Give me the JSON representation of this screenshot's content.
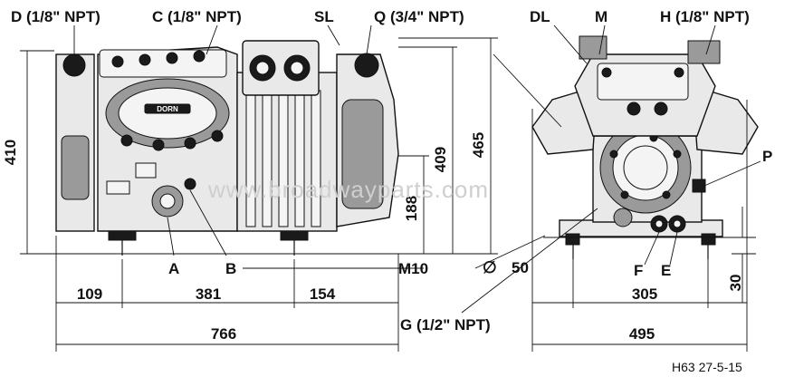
{
  "labels": {
    "D": "D (1/8\" NPT)",
    "C": "C (1/8\" NPT)",
    "SL": "SL",
    "Q": "Q (3/4\" NPT)",
    "DL": "DL",
    "M": "M",
    "H": "H (1/8\" NPT)",
    "P": "P",
    "A": "A",
    "B": "B",
    "F": "F",
    "E": "E",
    "M10": "M10",
    "G": "G (1/2\" NPT)"
  },
  "dimensions": {
    "d410": "410",
    "d465": "465",
    "d409": "409",
    "d188": "188",
    "d109": "109",
    "d381": "381",
    "d154": "154",
    "d766": "766",
    "d50": "50",
    "d305": "305",
    "d30": "30",
    "d495": "495",
    "diameter_symbol": "∅"
  },
  "brand_plate": "DORN",
  "watermark": "www.broadwayparts.com",
  "drawing_number": "H63 27-5-15"
}
